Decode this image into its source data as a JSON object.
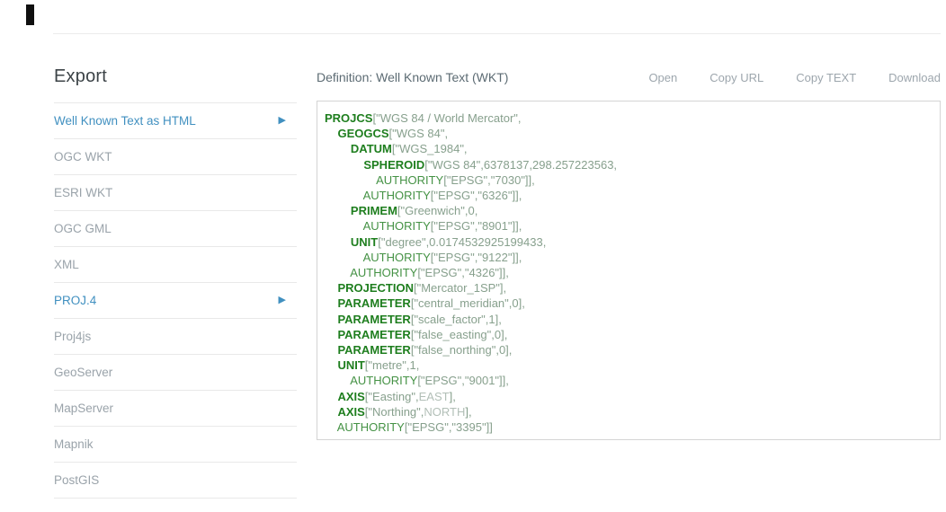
{
  "sidebar": {
    "title": "Export",
    "items": [
      {
        "label": "Well Known Text as HTML",
        "active": true,
        "arrow": true
      },
      {
        "label": "OGC WKT",
        "active": false,
        "arrow": false
      },
      {
        "label": "ESRI WKT",
        "active": false,
        "arrow": false
      },
      {
        "label": "OGC GML",
        "active": false,
        "arrow": false
      },
      {
        "label": "XML",
        "active": false,
        "arrow": false
      },
      {
        "label": "PROJ.4",
        "active": true,
        "arrow": true
      },
      {
        "label": "Proj4js",
        "active": false,
        "arrow": false
      },
      {
        "label": "GeoServer",
        "active": false,
        "arrow": false
      },
      {
        "label": "MapServer",
        "active": false,
        "arrow": false
      },
      {
        "label": "Mapnik",
        "active": false,
        "arrow": false
      },
      {
        "label": "PostGIS",
        "active": false,
        "arrow": false
      }
    ]
  },
  "main": {
    "definition_label": "Definition: Well Known Text (WKT)",
    "actions": [
      {
        "label": "Open"
      },
      {
        "label": "Copy URL"
      },
      {
        "label": "Copy TEXT"
      },
      {
        "label": "Download"
      }
    ],
    "wkt_lines": [
      [
        [
          "k",
          "PROJCS"
        ],
        [
          "p",
          "[\"WGS 84 / World Mercator\","
        ]
      ],
      [
        [
          "p",
          "    "
        ],
        [
          "k",
          "GEOGCS"
        ],
        [
          "p",
          "[\"WGS 84\","
        ]
      ],
      [
        [
          "p",
          "        "
        ],
        [
          "k",
          "DATUM"
        ],
        [
          "p",
          "[\"WGS_1984\","
        ]
      ],
      [
        [
          "p",
          "            "
        ],
        [
          "k",
          "SPHEROID"
        ],
        [
          "p",
          "[\"WGS 84\",6378137,298.257223563,"
        ]
      ],
      [
        [
          "p",
          "                "
        ],
        [
          "a",
          "AUTHORITY"
        ],
        [
          "p",
          "[\"EPSG\",\"7030\"]],"
        ]
      ],
      [
        [
          "p",
          "            "
        ],
        [
          "a",
          "AUTHORITY"
        ],
        [
          "p",
          "[\"EPSG\",\"6326\"]],"
        ]
      ],
      [
        [
          "p",
          "        "
        ],
        [
          "k",
          "PRIMEM"
        ],
        [
          "p",
          "[\"Greenwich\",0,"
        ]
      ],
      [
        [
          "p",
          "            "
        ],
        [
          "a",
          "AUTHORITY"
        ],
        [
          "p",
          "[\"EPSG\",\"8901\"]],"
        ]
      ],
      [
        [
          "p",
          "        "
        ],
        [
          "k",
          "UNIT"
        ],
        [
          "p",
          "[\"degree\",0.0174532925199433,"
        ]
      ],
      [
        [
          "p",
          "            "
        ],
        [
          "a",
          "AUTHORITY"
        ],
        [
          "p",
          "[\"EPSG\",\"9122\"]],"
        ]
      ],
      [
        [
          "p",
          "        "
        ],
        [
          "a",
          "AUTHORITY"
        ],
        [
          "p",
          "[\"EPSG\",\"4326\"]],"
        ]
      ],
      [
        [
          "p",
          "    "
        ],
        [
          "k",
          "PROJECTION"
        ],
        [
          "p",
          "[\"Mercator_1SP\"],"
        ]
      ],
      [
        [
          "p",
          "    "
        ],
        [
          "k",
          "PARAMETER"
        ],
        [
          "p",
          "[\"central_meridian\",0],"
        ]
      ],
      [
        [
          "p",
          "    "
        ],
        [
          "k",
          "PARAMETER"
        ],
        [
          "p",
          "[\"scale_factor\",1],"
        ]
      ],
      [
        [
          "p",
          "    "
        ],
        [
          "k",
          "PARAMETER"
        ],
        [
          "p",
          "[\"false_easting\",0],"
        ]
      ],
      [
        [
          "p",
          "    "
        ],
        [
          "k",
          "PARAMETER"
        ],
        [
          "p",
          "[\"false_northing\",0],"
        ]
      ],
      [
        [
          "p",
          "    "
        ],
        [
          "k",
          "UNIT"
        ],
        [
          "p",
          "[\"metre\",1,"
        ]
      ],
      [
        [
          "p",
          "        "
        ],
        [
          "a",
          "AUTHORITY"
        ],
        [
          "p",
          "[\"EPSG\",\"9001\"]],"
        ]
      ],
      [
        [
          "p",
          "    "
        ],
        [
          "k",
          "AXIS"
        ],
        [
          "p",
          "[\"Easting\","
        ],
        [
          "e",
          "EAST"
        ],
        [
          "p",
          "],"
        ]
      ],
      [
        [
          "p",
          "    "
        ],
        [
          "k",
          "AXIS"
        ],
        [
          "p",
          "[\"Northing\","
        ],
        [
          "e",
          "NORTH"
        ],
        [
          "p",
          "],"
        ]
      ],
      [
        [
          "p",
          "    "
        ],
        [
          "a",
          "AUTHORITY"
        ],
        [
          "p",
          "[\"EPSG\",\"3395\"]]"
        ]
      ]
    ]
  },
  "colors": {
    "link_blue": "#4190c0",
    "keyword_green": "#1e7e1e",
    "authority_green": "#459245",
    "wkt_plain": "#87a08d",
    "wkt_enum": "#b2bfb7",
    "muted_gray": "#9aa3aa",
    "divider": "#e9e9e9"
  }
}
